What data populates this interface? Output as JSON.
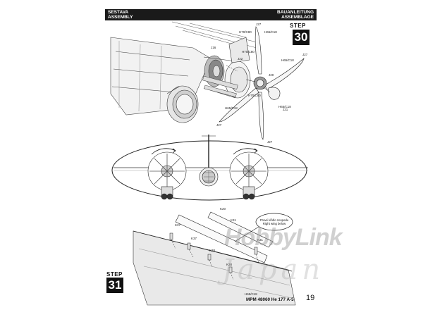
{
  "header": {
    "left_line1": "SESTAVA",
    "left_line2": "ASSEMBLY",
    "right_line1": "BAUANLEITUNG",
    "right_line2": "ASSEMBLAGE"
  },
  "step30": {
    "label": "STEP",
    "number": "30"
  },
  "step31": {
    "label": "STEP",
    "number": "31"
  },
  "parts": {
    "j27_top": "J27",
    "j27_right": "J27",
    "j27_left": "J27",
    "j27_bottom": "J27",
    "j16": "J16",
    "j22": "J22",
    "j20": "J20",
    "j21": "J21",
    "k20": "K20",
    "k37_left": "K37",
    "k37_mid": "K37",
    "k31_top": "K31",
    "k31_right": "K31",
    "k38_a": "K38",
    "k38_b": "K38"
  },
  "paint_refs": {
    "r1": "H65/C18",
    "r2": "H70/C80",
    "r3": "H70/C80",
    "r4": "H65/C18",
    "r5": "H70/C80",
    "r6": "H65/C18",
    "r7": "H65/C18",
    "r8": "H65/C18"
  },
  "callout": {
    "line1": "Pravé křídlo zespodu",
    "line2": "Right wing below"
  },
  "footer": {
    "model": "MPM 48060  He 177 A-5",
    "page_number": "19"
  },
  "watermark": {
    "brand": "HobbyLink",
    "country": "Japan"
  }
}
